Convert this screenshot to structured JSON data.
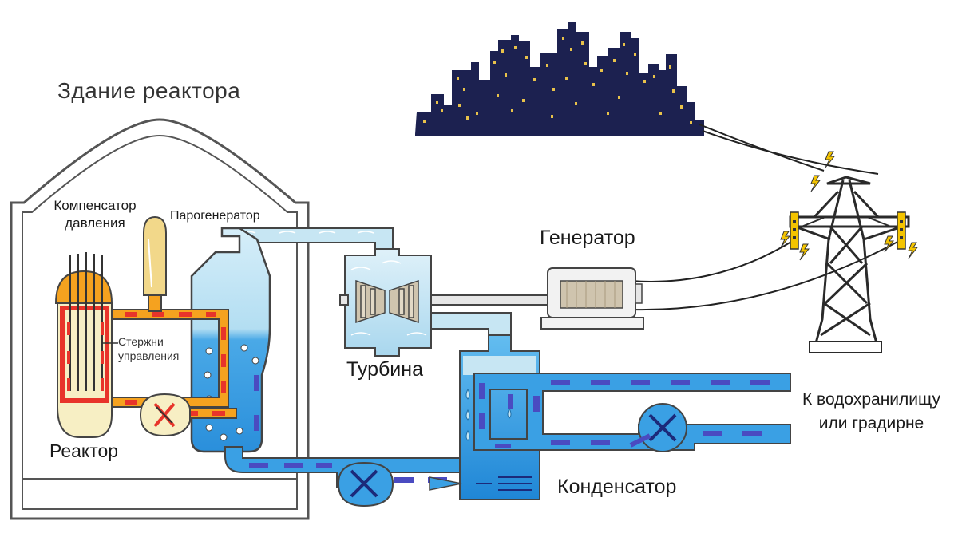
{
  "diagram": {
    "labels": {
      "reactor_building": "Здание реактора",
      "pressurizer_line1": "Компенсатор",
      "pressurizer_line2": "давления",
      "steam_generator": "Парогенератор",
      "control_rods_line1": "Стержни",
      "control_rods_line2": "управления",
      "reactor": "Реактор",
      "turbine": "Турбина",
      "generator": "Генератор",
      "condenser": "Конденсатор",
      "reservoir_line1": "К водохранилищу",
      "reservoir_line2": "или градирне"
    },
    "colors": {
      "city_skyline": "#1c2150",
      "city_windows": "#e8c24a",
      "primary_loop": "#f5a21f",
      "primary_loop_dashes": "#e8342a",
      "reactor_vessel": "#f7efc4",
      "steam": "#c7e6f3",
      "cooling_water": "#3aa0e4",
      "cooling_water_dashes": "#4a4bc1",
      "lightning": "#f4c400",
      "outline": "#333333"
    }
  }
}
